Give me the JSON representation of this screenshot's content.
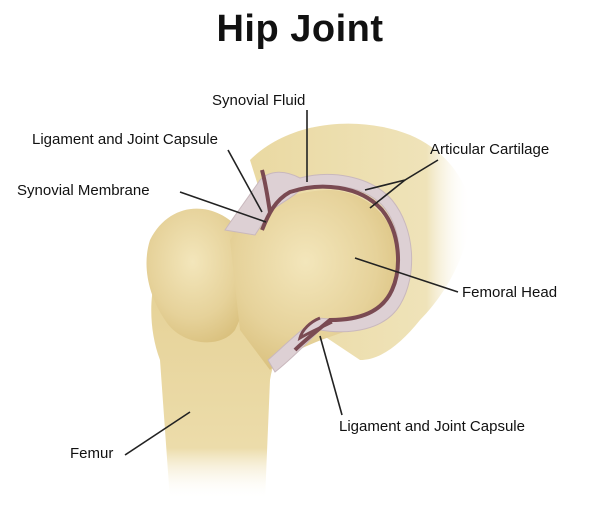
{
  "title": "Hip Joint",
  "labels": {
    "synovial_fluid": "Synovial Fluid",
    "ligament_capsule_top": "Ligament and Joint Capsule",
    "synovial_membrane": "Synovial Membrane",
    "articular_cartilage": "Articular Cartilage",
    "femoral_head": "Femoral Head",
    "ligament_capsule_bottom": "Ligament and Joint Capsule",
    "femur": "Femur"
  },
  "colors": {
    "bone": "#e9d9a4",
    "bone_shadow": "#d9c07a",
    "cartilage": "#ddd0d4",
    "membrane": "#7a4a52",
    "leader": "#222222"
  }
}
